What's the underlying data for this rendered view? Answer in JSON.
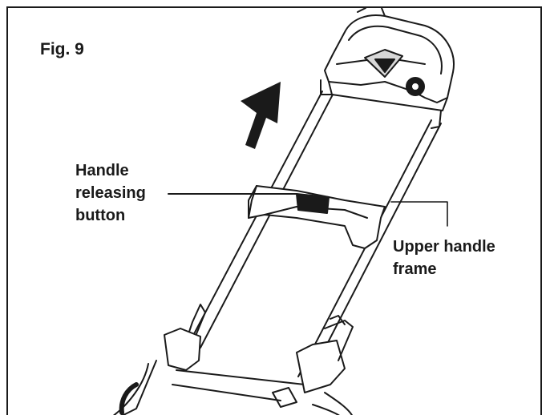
{
  "figure": {
    "title": "Fig. 9"
  },
  "labels": {
    "handle_releasing_button": [
      "Handle",
      "releasing",
      "button"
    ],
    "upper_handle_frame": [
      "Upper handle",
      "frame"
    ]
  },
  "colors": {
    "line": "#1a1a1a",
    "background": "#ffffff",
    "shade": "#d8d8d8"
  }
}
